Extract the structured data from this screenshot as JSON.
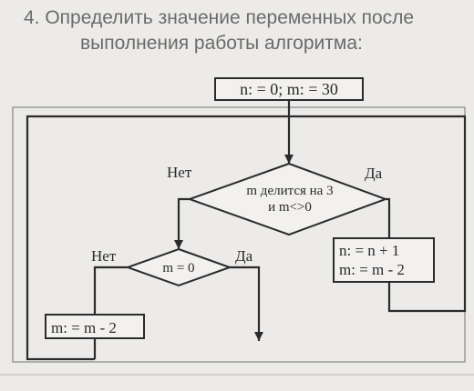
{
  "task": {
    "title_line1": "4. Определить значение переменных после",
    "title_line2": "выполнения работы алгоритма:"
  },
  "flowchart": {
    "init": "n: = 0;  m: = 30",
    "decision1": {
      "line1": "m делится на 3",
      "line2": "и m<>0",
      "no": "Нет",
      "yes": "Да"
    },
    "decision2": {
      "text": "m = 0",
      "no": "Нет",
      "yes": "Да"
    },
    "action_yes": {
      "line1": "n: = n + 1",
      "line2": "m: = m - 2"
    },
    "action_no": "m: = m - 2"
  }
}
